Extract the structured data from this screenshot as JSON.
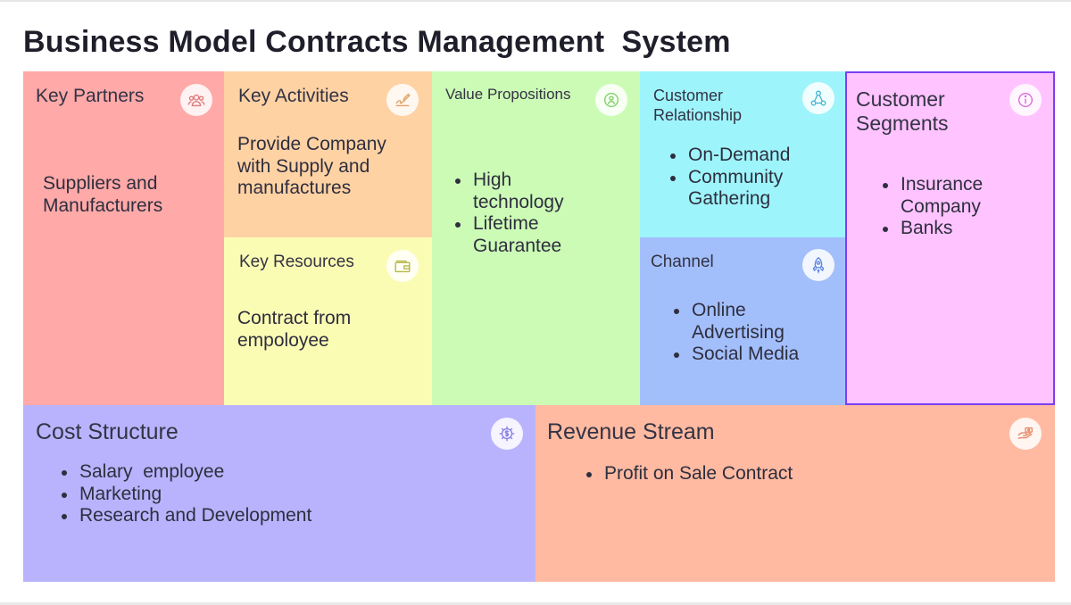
{
  "title": "Business Model Contracts Management  System",
  "colors": {
    "key_partners": "#ffa9a8",
    "key_activities": "#ffd2a4",
    "key_resources": "#fbfcb4",
    "value_propositions": "#ccfbb6",
    "customer_relationship": "#9ef4fb",
    "channel": "#a3bffb",
    "customer_segments": "#ffc3ff",
    "customer_segments_border": "#7b3ff0",
    "cost_structure": "#b9b3fd",
    "revenue_stream": "#ffbaa1"
  },
  "blocks": {
    "key_partners": {
      "heading": "Key Partners",
      "icon": "people-group-icon",
      "text": [
        "Suppliers and",
        "Manufacturers"
      ]
    },
    "key_activities": {
      "heading": "Key Activities",
      "icon": "signature-icon",
      "text": [
        "Provide Company",
        "with Supply and",
        "manufactures"
      ]
    },
    "key_resources": {
      "heading": "Key Resources",
      "icon": "wallet-icon",
      "text": [
        "Contract from",
        "empoloyee"
      ]
    },
    "value_propositions": {
      "heading": "Value Propositions",
      "icon": "target-person-icon",
      "items": [
        [
          "High",
          "technology"
        ],
        [
          "Lifetime",
          "Guarantee"
        ]
      ]
    },
    "customer_relationship": {
      "heading": [
        "Customer",
        "Relationship"
      ],
      "icon": "network-icon",
      "items": [
        [
          "On-Demand"
        ],
        [
          "Community",
          "Gathering"
        ]
      ]
    },
    "channel": {
      "heading": "Channel",
      "icon": "rocket-icon",
      "items": [
        [
          "Online",
          "Advertising"
        ],
        [
          "Social Media"
        ]
      ]
    },
    "customer_segments": {
      "heading": [
        "Customer",
        "Segments"
      ],
      "icon": "info-icon",
      "items": [
        [
          "Insurance",
          "Company"
        ],
        [
          "Banks"
        ]
      ]
    },
    "cost_structure": {
      "heading": "Cost Structure",
      "icon": "dollar-gear-icon",
      "items": [
        [
          "Salary  employee"
        ],
        [
          "Marketing"
        ],
        [
          "Research and Development"
        ]
      ]
    },
    "revenue_stream": {
      "heading": "Revenue Stream",
      "icon": "handshake-money-icon",
      "items": [
        [
          "Profit on Sale Contract"
        ]
      ]
    }
  }
}
